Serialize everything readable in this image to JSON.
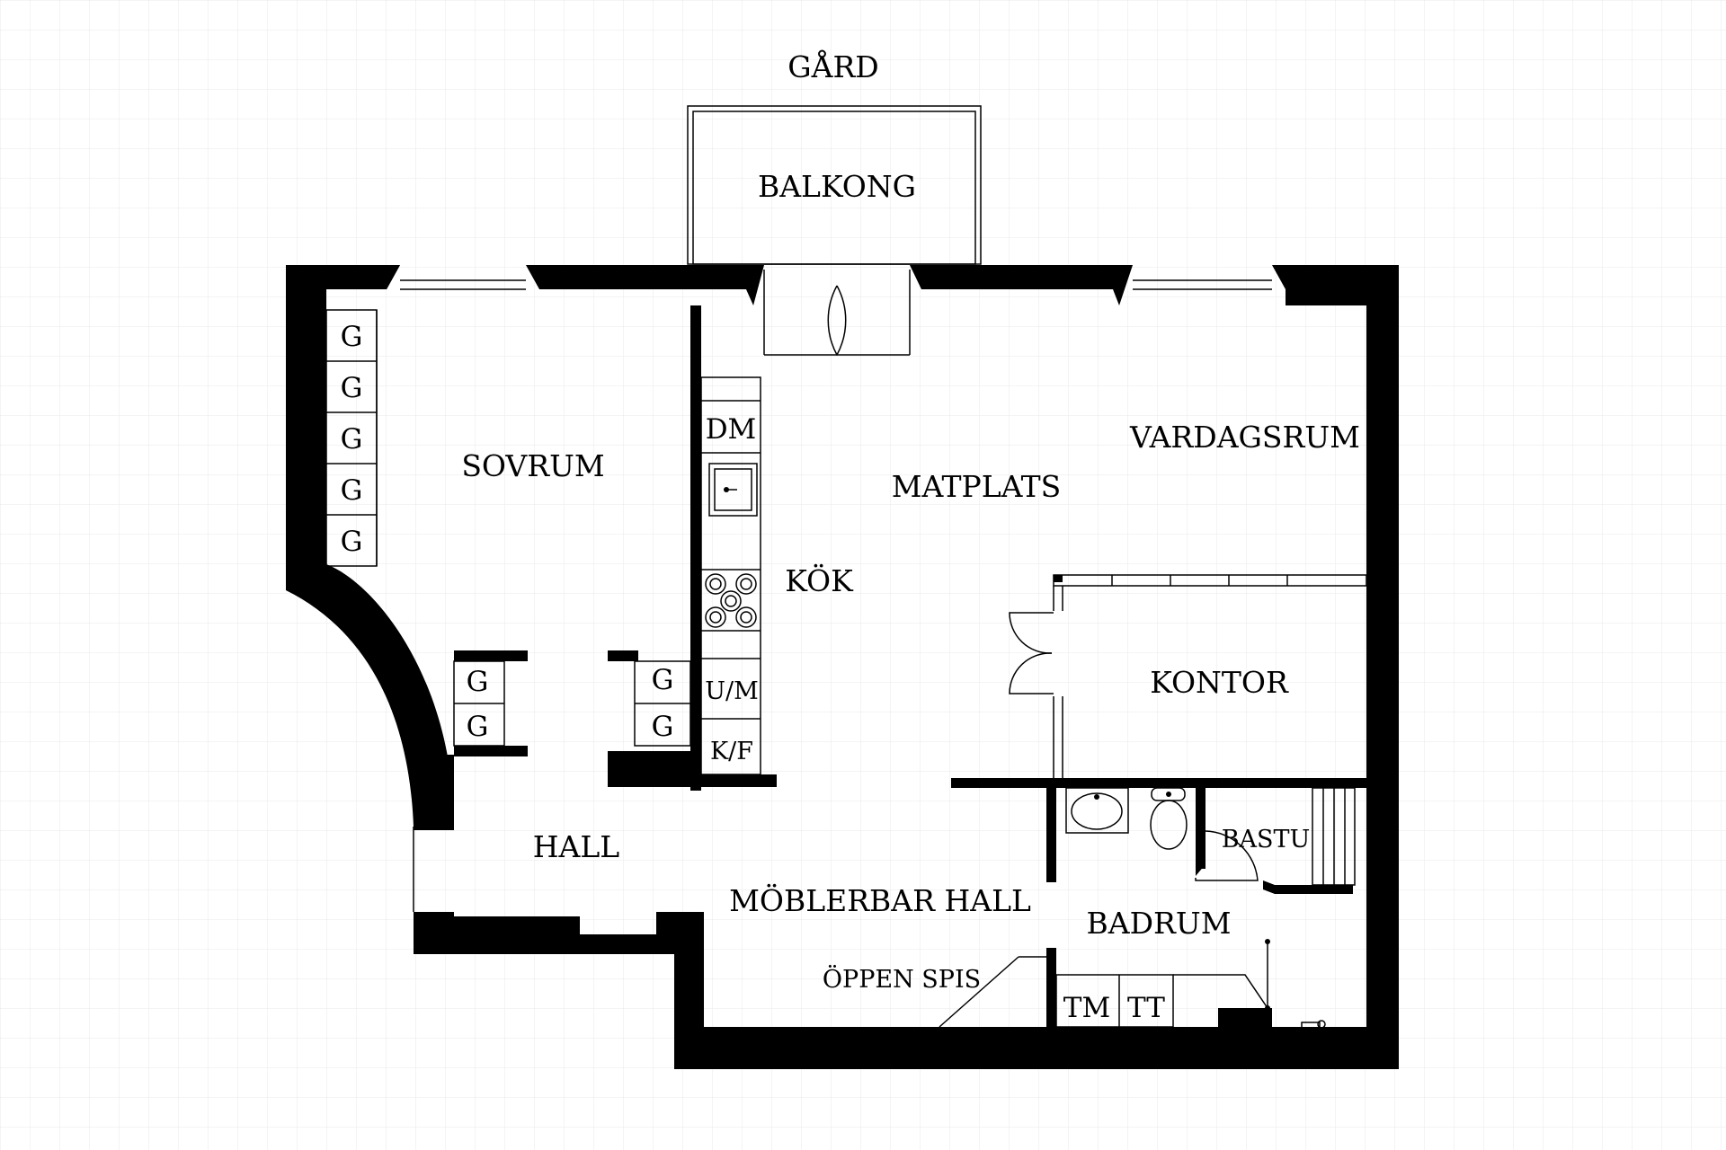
{
  "labels": {
    "gard": "GÅRD",
    "balkong": "BALKONG",
    "sovrum": "SOVRUM",
    "matplats": "MATPLATS",
    "vardagsrum": "VARDAGSRUM",
    "kok": "KÖK",
    "kontor": "KONTOR",
    "hall": "HALL",
    "moblerbar_hall": "MÖBLERBAR HALL",
    "bastu": "BASTU",
    "badrum": "BADRUM",
    "oppen_spis": "ÖPPEN SPIS"
  },
  "appliances": {
    "dm": "DM",
    "um": "U/M",
    "kf": "K/F",
    "tm": "TM",
    "tt": "TT"
  },
  "wardrobe_label": "G",
  "colors": {
    "wall": "#000000",
    "grid": "#e8e8e8",
    "background": "#ffffff"
  }
}
